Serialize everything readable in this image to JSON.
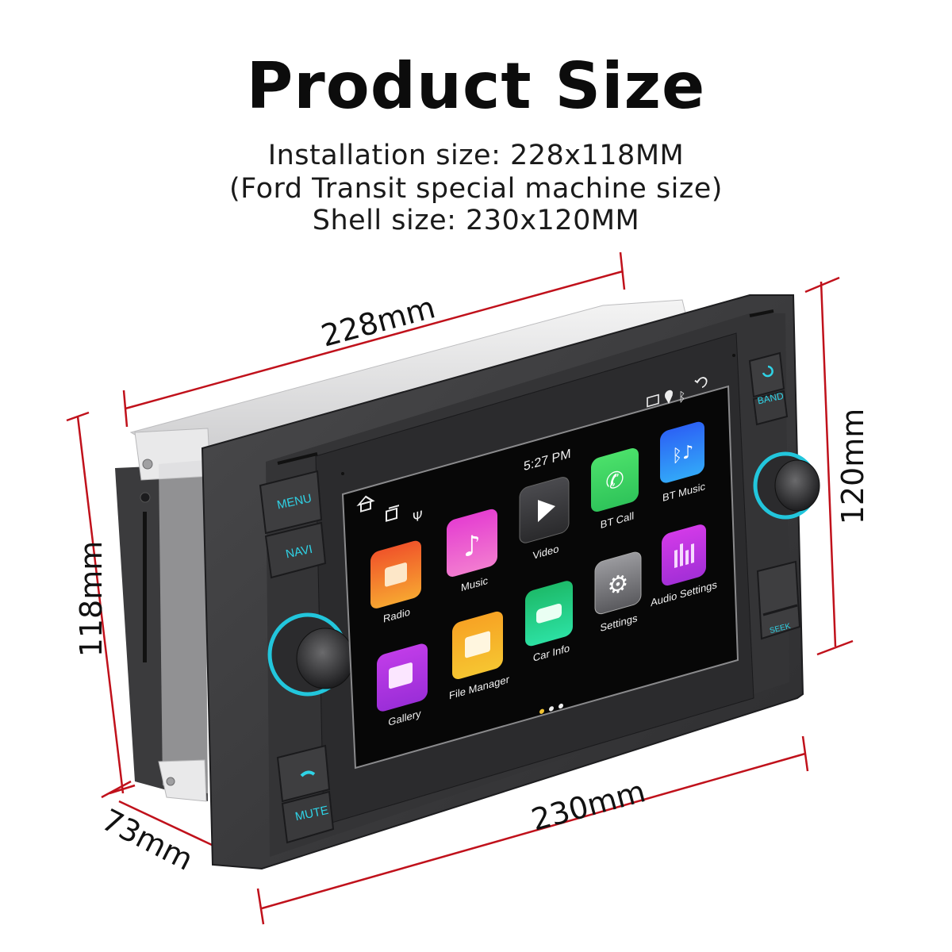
{
  "header": {
    "title": "Product Size",
    "spec_lines": [
      "Installation size: 228x118MM",
      "(Ford Transit special machine size)",
      "Shell size: 230x120MM"
    ]
  },
  "dimensions": {
    "top_width": "228mm",
    "bottom_width": "230mm",
    "left_height": "118mm",
    "right_height": "120mm",
    "depth": "73mm",
    "line_color": "#c0111b"
  },
  "device": {
    "buttons_left": {
      "menu": "MENU",
      "navi": "NAVI",
      "mute": "MUTE",
      "call_icon": "phone-icon"
    },
    "buttons_right": {
      "back_icon": "back-icon",
      "band": "BAND",
      "seek": "SEEK"
    },
    "knob_ring_color": "#22c6dc",
    "bezel_color": "#3a3a3c"
  },
  "screen": {
    "time": "5:27 PM",
    "status_icons": [
      "cast-icon",
      "location-icon",
      "bluetooth-icon",
      "back-icon"
    ],
    "nav_icons": [
      "home-icon",
      "recent-apps-icon",
      "usb-icon"
    ],
    "apps": [
      {
        "label": "Radio",
        "icon": "radio-icon",
        "color_top": "#f0552a",
        "color_bottom": "#f7a531"
      },
      {
        "label": "Music",
        "icon": "music-note-icon",
        "color_top": "#e53fd1",
        "color_bottom": "#f27bd0"
      },
      {
        "label": "Video",
        "icon": "play-icon",
        "color_top": "#4a4a4e",
        "color_bottom": "#2a2a2c"
      },
      {
        "label": "BT Call",
        "icon": "phone-icon",
        "color_top": "#4be06a",
        "color_bottom": "#2fc45a"
      },
      {
        "label": "BT Music",
        "icon": "bluetooth-music-icon",
        "color_top": "#2c63f5",
        "color_bottom": "#32a7f8"
      },
      {
        "label": "Gallery",
        "icon": "gallery-icon",
        "color_top": "#c03ce8",
        "color_bottom": "#9b2ed8"
      },
      {
        "label": "File Manager",
        "icon": "folder-icon",
        "color_top": "#f7a324",
        "color_bottom": "#f6c531"
      },
      {
        "label": "Car Info",
        "icon": "car-icon",
        "color_top": "#1dbb6a",
        "color_bottom": "#2ce0a2"
      },
      {
        "label": "Settings",
        "icon": "gear-icon",
        "color_top": "#8a8a8e",
        "color_bottom": "#5a5a5e"
      },
      {
        "label": "Audio Settings",
        "icon": "equalizer-icon",
        "color_top": "#d23ae8",
        "color_bottom": "#a32fd7"
      }
    ],
    "page_dots": 3,
    "active_dot": 0,
    "active_dot_color": "#f1c232"
  }
}
